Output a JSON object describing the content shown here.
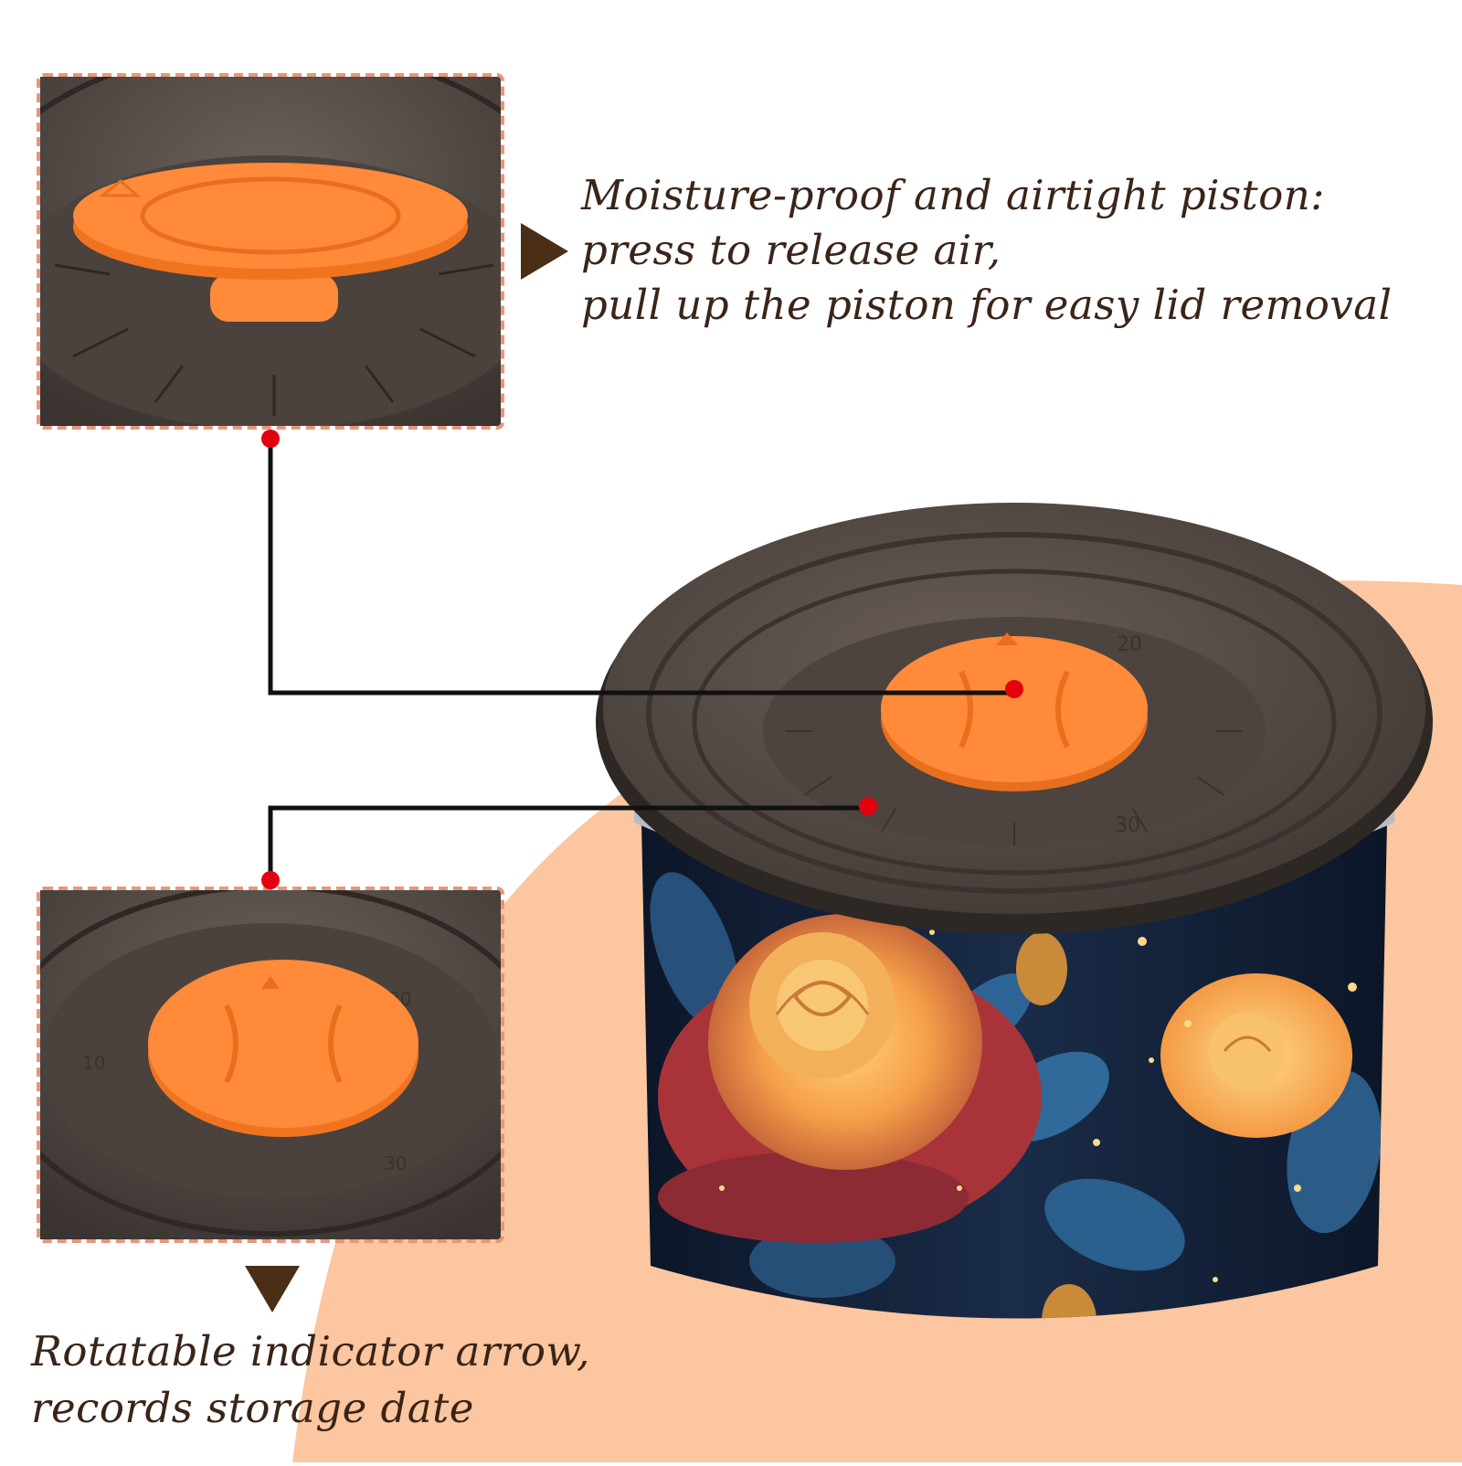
{
  "colors": {
    "peach_background": "#fbc6a0",
    "frame_dash": "#e8967a",
    "lid_dark": "#5a4f48",
    "piston_orange": "#ff8a3a",
    "pointer_arrow": "#4a2e16",
    "callout_dot": "#e3000f",
    "caption_text": "#3a2418",
    "canister_body": "#14223a"
  },
  "icons": {
    "top_pointer": "triangle-right-icon",
    "bottom_pointer": "triangle-down-icon"
  },
  "callouts": {
    "piston": {
      "lines": [
        "Moisture-proof and airtight piston:",
        "press to release air,",
        "pull up the piston for easy lid removal"
      ]
    },
    "indicator": {
      "lines": [
        "Rotatable indicator arrow,",
        "records storage date"
      ]
    }
  }
}
